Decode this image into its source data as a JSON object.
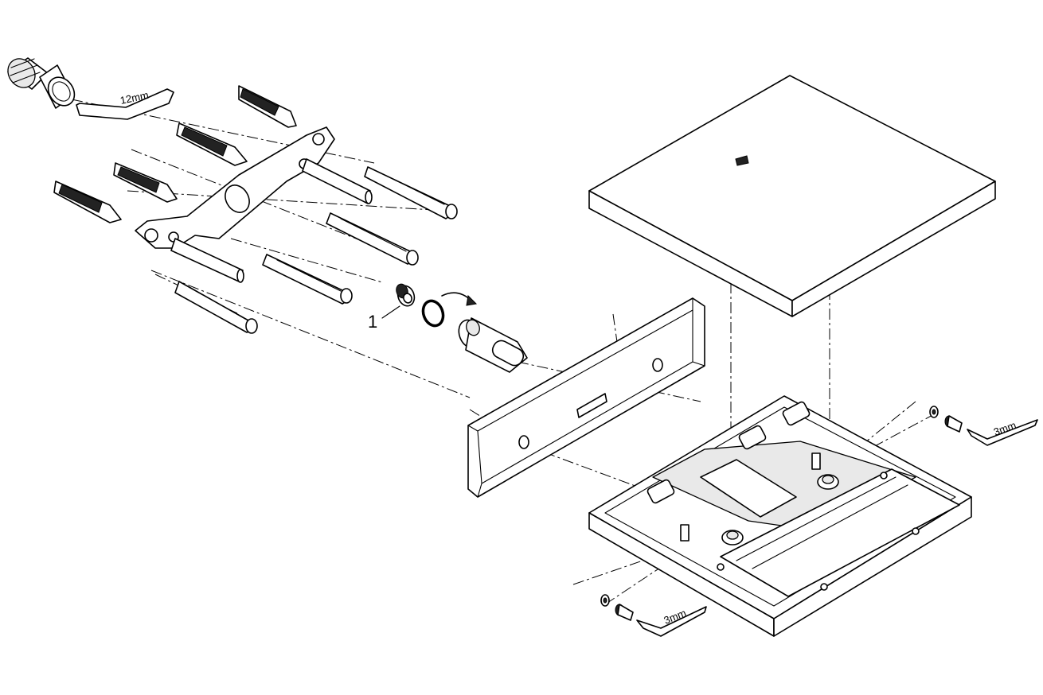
{
  "diagram": {
    "part_number": "1",
    "tools": {
      "hex_key_large": "12mm",
      "hex_key_small_right": "3mm",
      "hex_key_small_bottom": "3mm"
    }
  }
}
